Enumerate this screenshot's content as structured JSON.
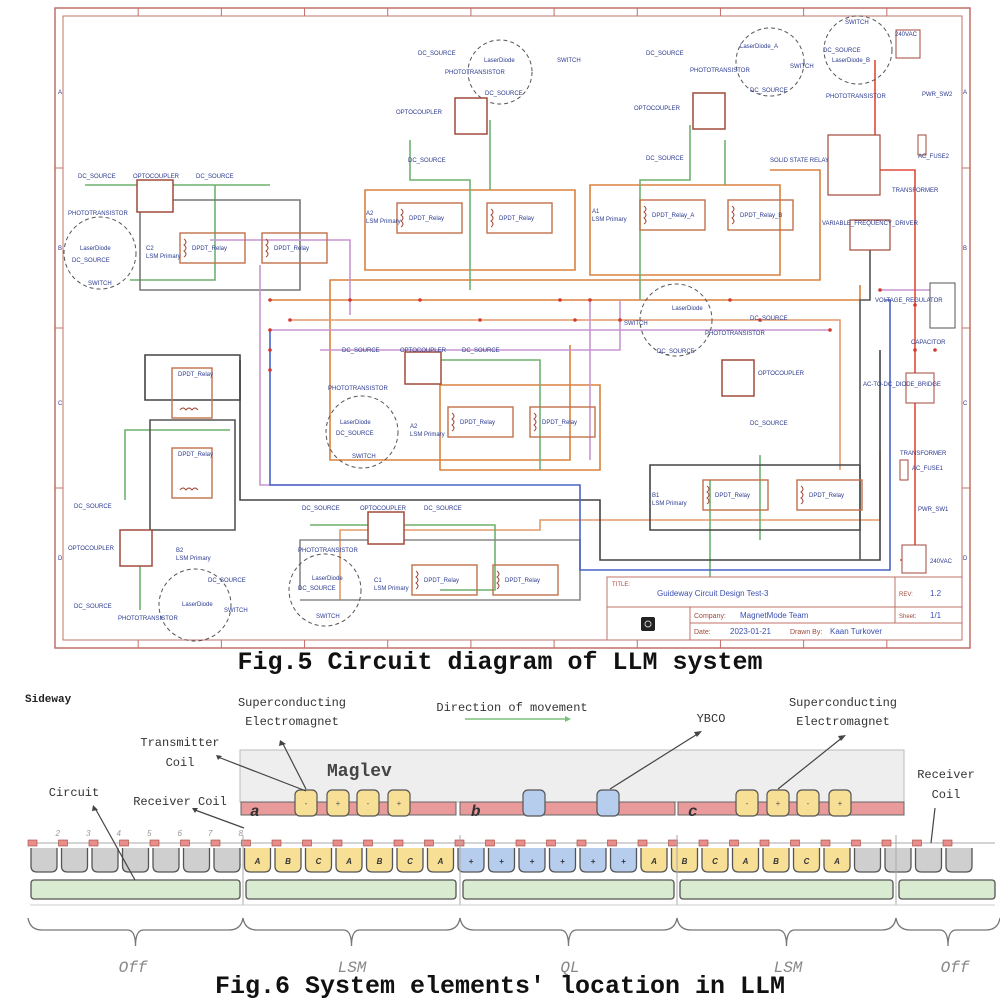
{
  "fig5": {
    "caption": "Fig.5 Circuit diagram of LLM system",
    "title_block": {
      "title_label": "TITLE:",
      "title": "Guideway Circuit Design Test-3",
      "rev_label": "REV:",
      "rev": "1.2",
      "company_label": "Company:",
      "company": "MagnetMode Team",
      "sheet_label": "Sheet:",
      "sheet": "1/1",
      "date_label": "Date:",
      "date": "2023-01-21",
      "drawn_by_label": "Drawn By:",
      "drawn_by": "Kaan Turkover"
    },
    "border_row_letters": [
      "A",
      "B",
      "C",
      "D"
    ],
    "components": {
      "dc_source": "DC_SOURCE",
      "optocoupler": "OPTOCOUPLER",
      "phototransistor": "PHOTOTRANSISTOR",
      "laser_diode": "LaserDiode",
      "laser_diode_a": "LaserDiode_A",
      "laser_diode_b": "LaserDiode_B",
      "switch": "SWITCH",
      "dpdt_relay": "DPDT_Relay",
      "dpdt_relay_a": "DPDT_Relay_A",
      "dpdt_relay_b": "DPDT_Relay_B",
      "lsm_primary": "LSM Primary",
      "coil_a1": "A1",
      "coil_a2": "A2",
      "coil_b1": "B1",
      "coil_b2": "B2",
      "coil_c1": "C1",
      "coil_c2": "C2",
      "solid_state_relay": "SOLID STATE RELAY",
      "variable_frequency_driver": "VARIABLE_FREQUENCY_DRIVER",
      "voltage_regulator": "VOLTAGE_REGULATOR",
      "capacitor": "CAPACITOR",
      "ac_dc_bridge": "AC-TO-DC_DIODE_BRIDGE",
      "transformer": "TRANSFORMER",
      "ac_fuse1": "AC_FUSE1",
      "ac_fuse2": "AC_FUSE2",
      "pwr_sw1": "PWR_SW1",
      "pwr_sw2": "PWR_SW2",
      "vac": "240VAC"
    }
  },
  "fig6": {
    "caption": "Fig.6 System elements' location in LLM",
    "view_label": "Sideway",
    "vehicle_label": "Maglev",
    "direction_label": "Direction of movement",
    "annotations": {
      "sc_electromagnet_left": [
        "Superconducting",
        "Electromagnet"
      ],
      "sc_electromagnet_right": [
        "Superconducting",
        "Electromagnet"
      ],
      "transmitter_coil": [
        "Transmitter",
        "Coil"
      ],
      "ybco": "YBCO",
      "circuit": "Circuit",
      "receiver_coil_left": "Receiver Coil",
      "receiver_coil_right": [
        "Receiver",
        "Coil"
      ]
    },
    "vehicle_sections": [
      "a",
      "b",
      "c"
    ],
    "magnet_polarities": [
      "-",
      "+",
      "-",
      "+"
    ],
    "lsm_phase_sequence": [
      "A",
      "B",
      "C",
      "A",
      "B",
      "C",
      "A"
    ],
    "ql_marks": [
      "+",
      "+",
      "+",
      "+",
      "+",
      "+"
    ],
    "left_track_numbers": [
      "2",
      "3",
      "4",
      "5",
      "6",
      "7",
      "8"
    ],
    "zones": [
      "Off",
      "LSM",
      "QL",
      "LSM",
      "Off"
    ]
  }
}
